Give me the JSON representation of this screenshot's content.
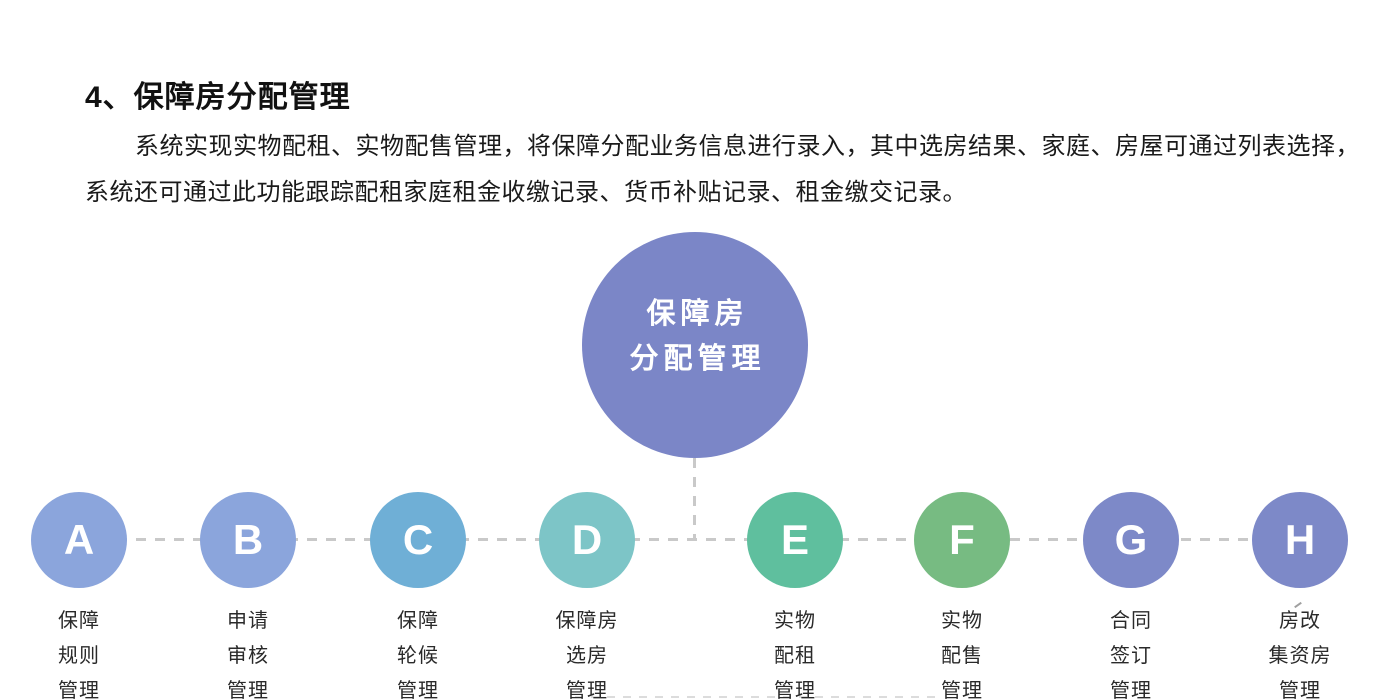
{
  "heading": {
    "title": "4、保障房分配管理"
  },
  "paragraph": {
    "line1": "系统实现实物配租、实物配售管理，将保障分配业务信息进行录入，其中选房结果、家庭、房屋可通过列表选择，",
    "line2": "系统还可通过此功能跟踪配租家庭租金收缴记录、货币补贴记录、租金缴交记录。"
  },
  "diagram": {
    "center": {
      "label_line1": "保障房",
      "label_line2": "分配管理",
      "color": "#7B86C7"
    },
    "connector_color": "#c9c9c9",
    "faint_dash_color": "#dcdcdc",
    "nodes": [
      {
        "letter": "A",
        "color": "#8BA5DC",
        "lines": [
          "保障",
          "规则",
          "管理"
        ]
      },
      {
        "letter": "B",
        "color": "#8BA5DC",
        "lines": [
          "申请",
          "审核",
          "管理"
        ]
      },
      {
        "letter": "C",
        "color": "#6FAFD6",
        "lines": [
          "保障",
          "轮候",
          "管理"
        ]
      },
      {
        "letter": "D",
        "color": "#7DC5C7",
        "lines": [
          "保障房",
          "选房",
          "管理"
        ]
      },
      {
        "letter": "E",
        "color": "#5FBF9E",
        "lines": [
          "实物",
          "配租",
          "管理"
        ]
      },
      {
        "letter": "F",
        "color": "#77BB82",
        "lines": [
          "实物",
          "配售",
          "管理"
        ]
      },
      {
        "letter": "G",
        "color": "#7D89C8",
        "lines": [
          "合同",
          "签订",
          "管理"
        ]
      },
      {
        "letter": "H",
        "color": "#7D89C8",
        "lines": [
          "房改",
          "集资房",
          "管理"
        ]
      }
    ]
  }
}
